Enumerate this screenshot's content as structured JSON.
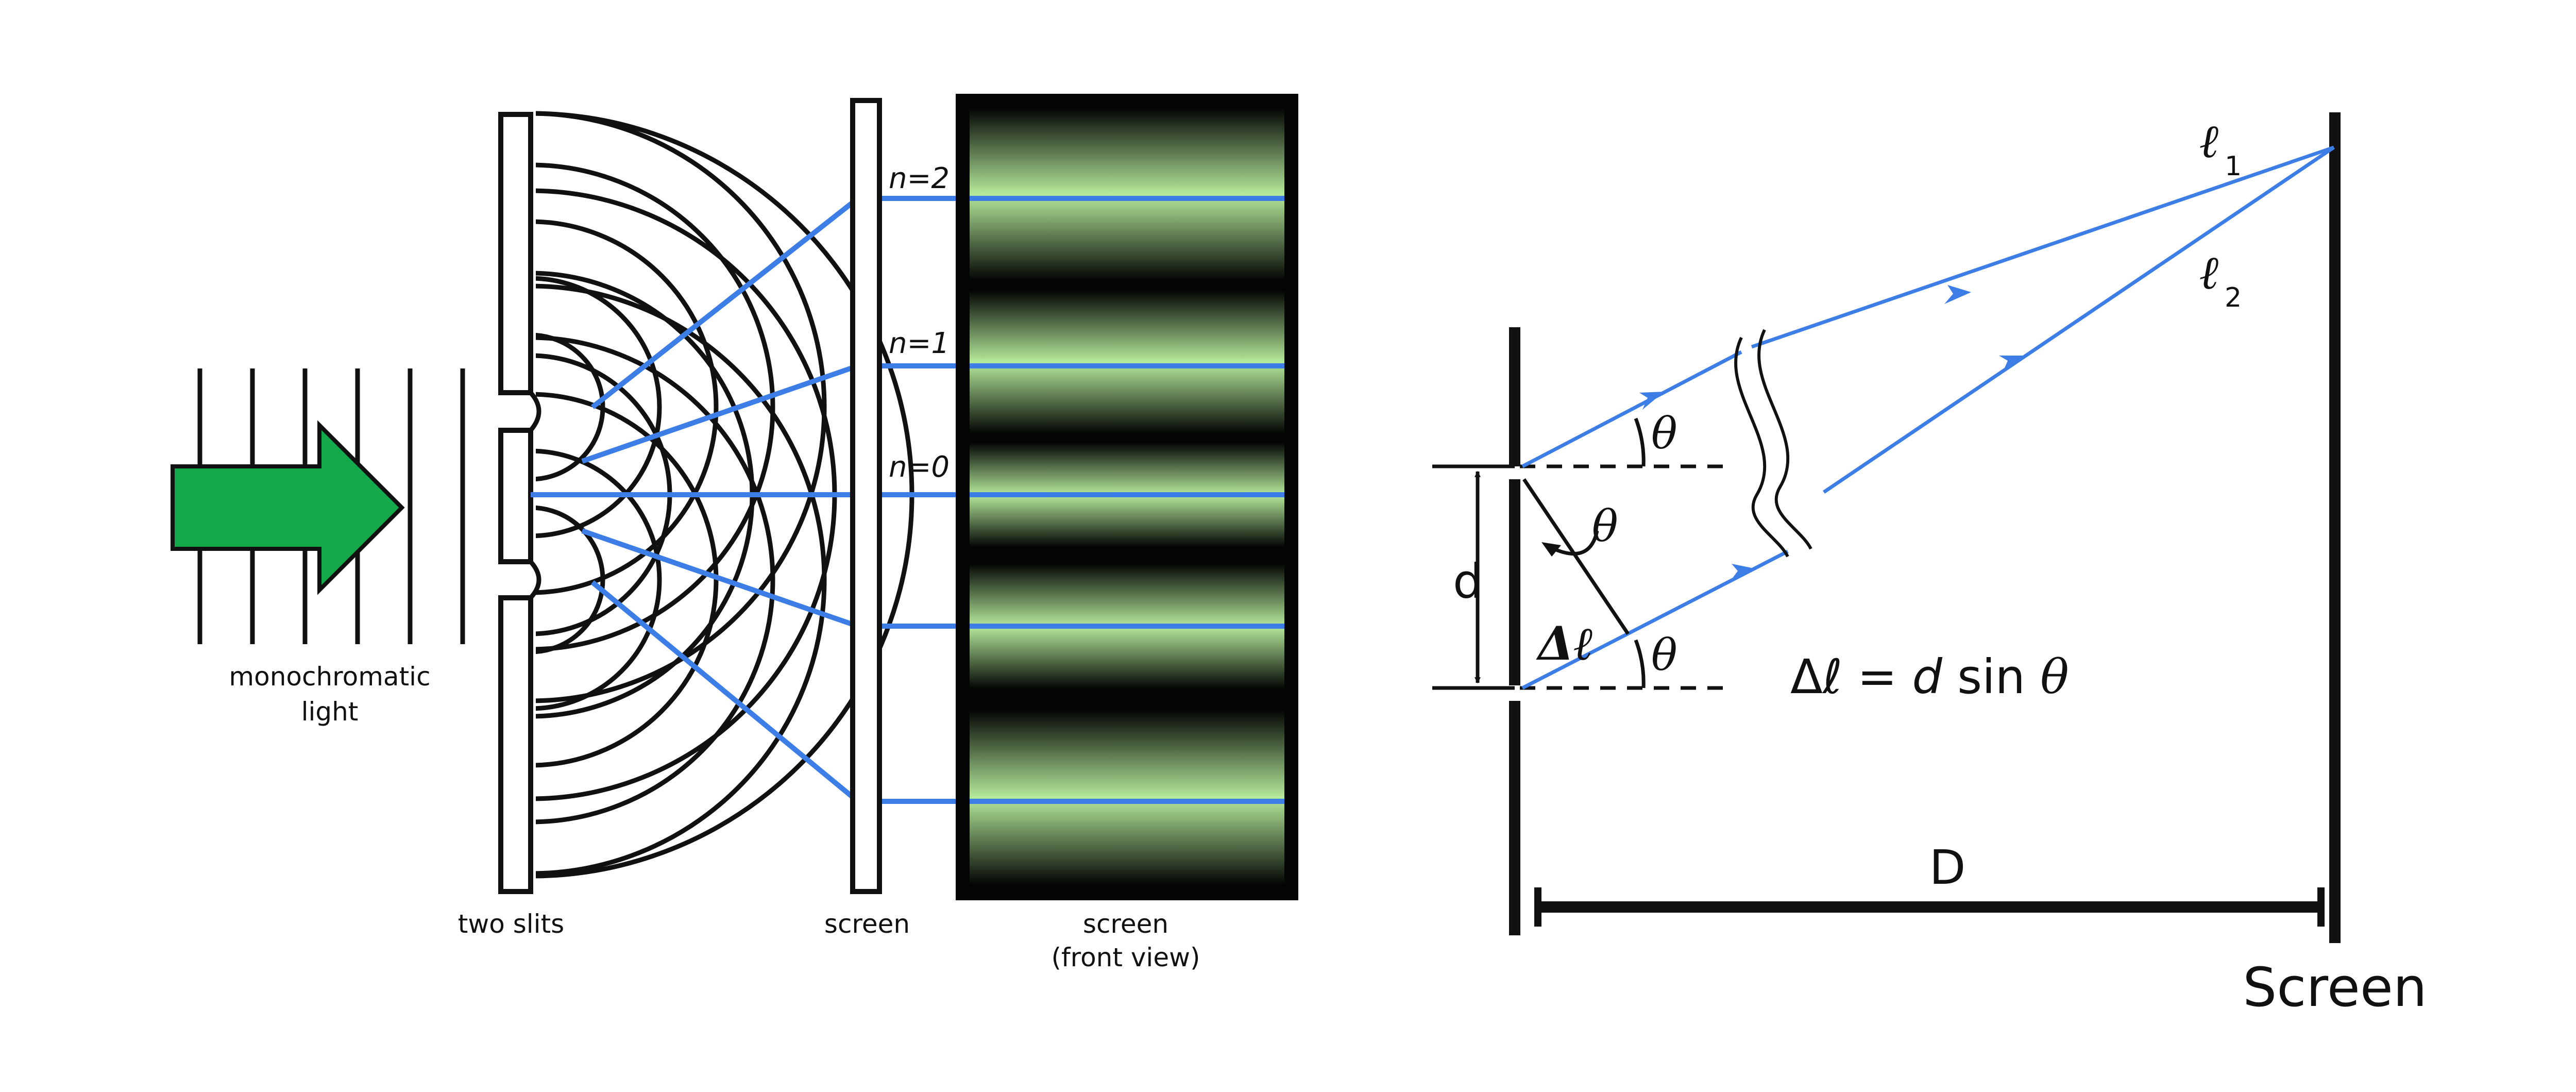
{
  "left_panel": {
    "source_label_line1": "monochromatic",
    "source_label_line2": "light",
    "slits_label": "two slits",
    "screen_label": "screen",
    "front_view_label_line1": "screen",
    "front_view_label_line2": "(front view)",
    "orders": [
      "n=2",
      "n=1",
      "n=0"
    ]
  },
  "right_panel": {
    "theta": "θ",
    "d_label": "d",
    "delta_ell": "Δℓ",
    "path1": "ℓ",
    "path1_sub": "1",
    "path2": "ℓ",
    "path2_sub": "2",
    "formula_lhs": "Δℓ = ",
    "formula_d": "d",
    "formula_sin": " sin ",
    "formula_theta": "θ",
    "distance_label": "D",
    "screen_label": "Screen"
  },
  "colors": {
    "arrow_fill": "#13a84a",
    "ray": "#3d7ee6",
    "fringe_bright": "#b5ea9a",
    "ink": "#111111"
  }
}
